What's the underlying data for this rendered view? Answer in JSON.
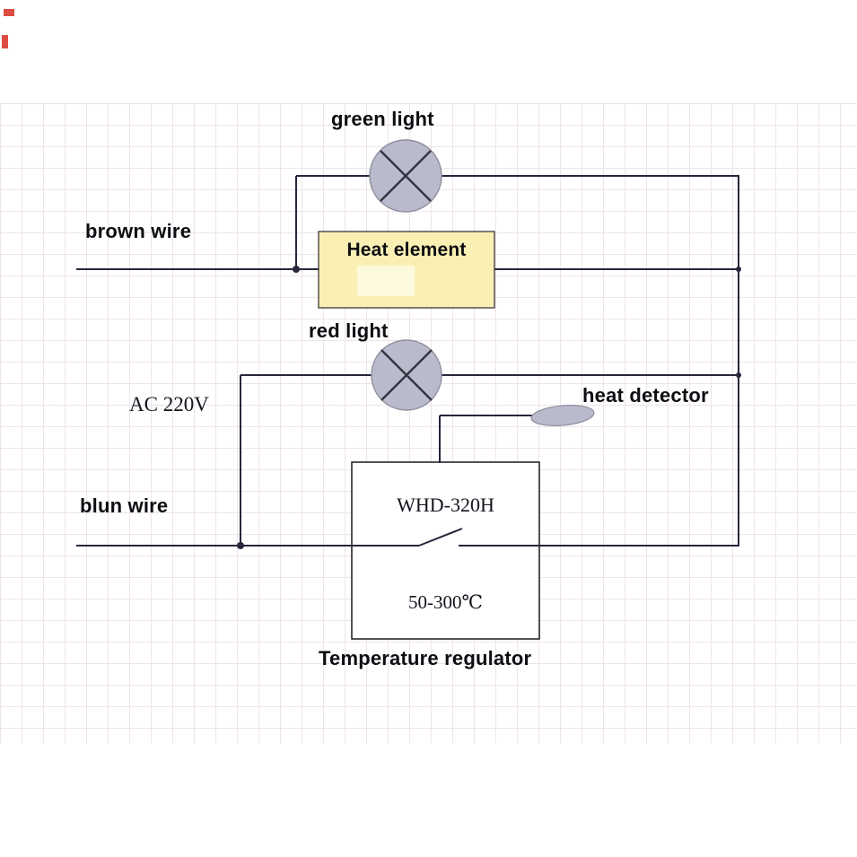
{
  "diagram": {
    "labels": {
      "green_light": "green light",
      "brown_wire": "brown wire",
      "heat_element": "Heat element",
      "red_light": "red light",
      "ac_220v": "AC 220V",
      "heat_detector": "heat detector",
      "blun_wire": "blun wire",
      "regulator_model": "WHD-320H",
      "regulator_range": "50-300℃",
      "temperature_regulator": "Temperature regulator"
    },
    "colors": {
      "wire": "#26263c",
      "lamp_fill": "#b9bacb",
      "lamp_stroke": "#8e8e9e",
      "lamp_cross": "#34343f",
      "heat_element_fill": "#faf0b4",
      "heat_element_stroke": "#3a3a3a",
      "regulator_fill": "#ffffff",
      "regulator_stroke": "#26262e",
      "grid_line": "#efe3eb",
      "label_color": "#0d0d12",
      "accent_red_mark": "#d93a2b"
    }
  }
}
